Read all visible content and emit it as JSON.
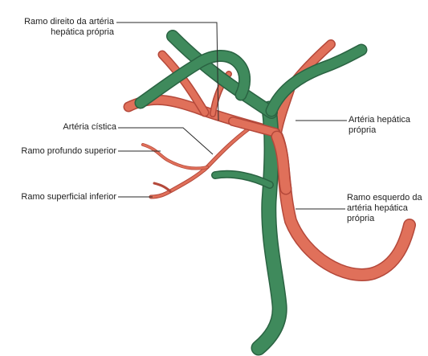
{
  "labels": {
    "ramo_direito_1": "Ramo direito da artéria",
    "ramo_direito_2": "hepática própria",
    "arteria_cistica": "Artéria cística",
    "ramo_profundo": "Ramo profundo superior",
    "ramo_superficial": "Ramo superficial inferior",
    "arteria_hepatica_1": "Artéria hepática",
    "arteria_hepatica_2": "própria",
    "ramo_esquerdo_1": "Ramo esquerdo da",
    "ramo_esquerdo_2": "artéria hepática",
    "ramo_esquerdo_3": "própria"
  },
  "colors": {
    "artery": "#e0705a",
    "artery_edge": "#b4483a",
    "duct": "#3f8a5c",
    "duct_edge": "#2a6342",
    "leader": "#2a2a2a"
  }
}
